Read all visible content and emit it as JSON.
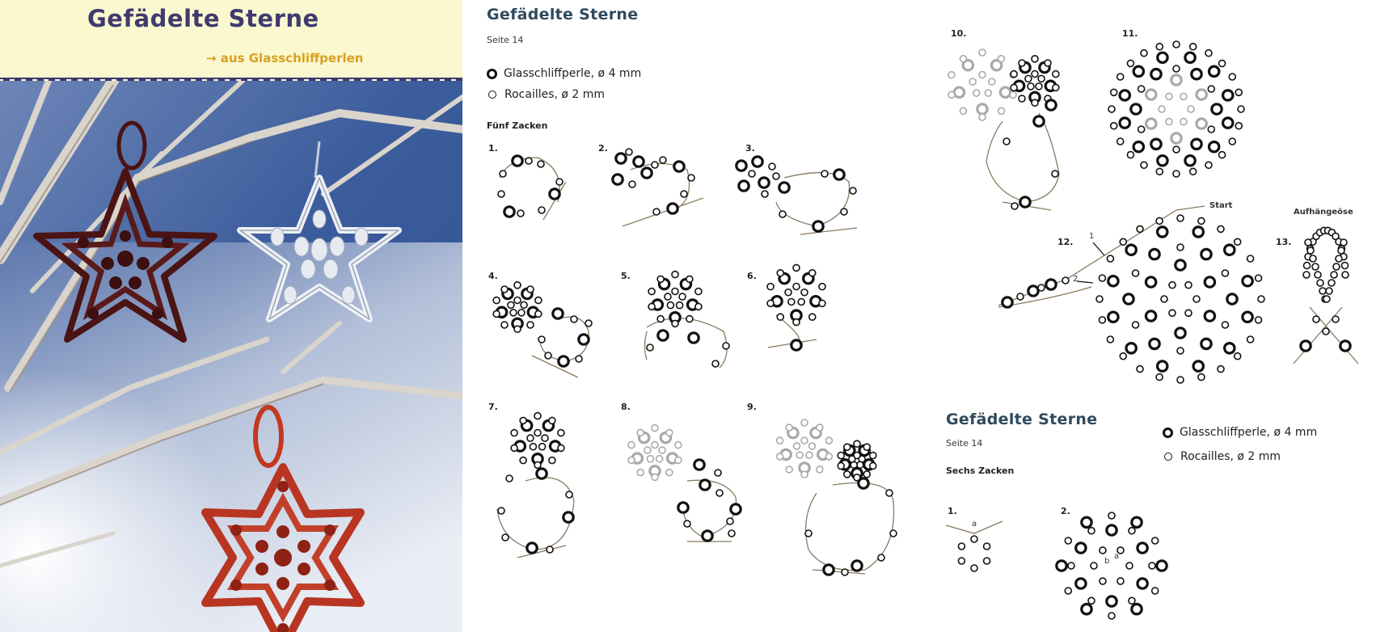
{
  "cover": {
    "title": "Gefädelte Sterne",
    "subtitle": "→ aus Glasschliffperlen"
  },
  "page1": {
    "title": "Gefädelte Sterne",
    "page_ref": "Seite 14",
    "legend": [
      {
        "label": "Glasschliffperle, ø 4 mm",
        "icon": "large-bead-icon"
      },
      {
        "label": "Rocailles, ø 2 mm",
        "icon": "small-bead-icon"
      }
    ],
    "section": "Fünf Zacken",
    "steps": [
      "1.",
      "2.",
      "3.",
      "4.",
      "5.",
      "6.",
      "7.",
      "8.",
      "9."
    ]
  },
  "page2": {
    "steps": [
      "10.",
      "11.",
      "12.",
      "13."
    ],
    "start_label": "Start",
    "hanger_label": "Aufhängeöse",
    "arrow_labels": [
      "1",
      "2"
    ],
    "title": "Gefädelte Sterne",
    "page_ref": "Seite 14",
    "legend": [
      {
        "label": "Glasschliffperle, ø 4 mm",
        "icon": "large-bead-icon"
      },
      {
        "label": "Rocailles, ø 2 mm",
        "icon": "small-bead-icon"
      }
    ],
    "section": "Sechs Zacken",
    "steps_six": [
      "1.",
      "2."
    ],
    "letters": [
      "a",
      "a",
      "b"
    ]
  },
  "colors": {
    "title_blue": "#2f4a5c",
    "cover_title": "#3f3a6e",
    "cover_subtitle": "#d8a122",
    "cover_band": "#fbf7cf",
    "sky": "#3f5f9e",
    "garnet_star": "#4a1414",
    "red_star": "#b83522",
    "crystal_star": "#dfe6ee"
  }
}
